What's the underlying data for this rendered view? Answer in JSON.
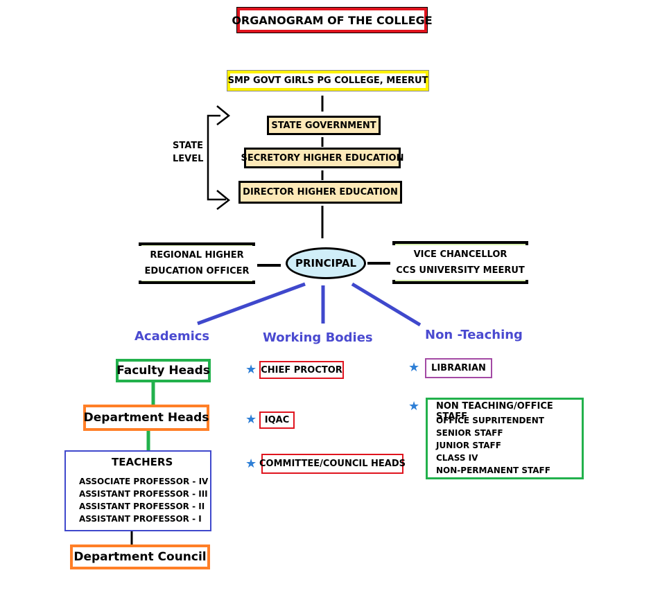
{
  "title": "ORGANOGRAM OF THE COLLEGE",
  "college": "SMP GOVT GIRLS PG COLLEGE, MEERUT",
  "state_level": {
    "label_line1": "STATE",
    "label_line2": "LEVEL",
    "state_government": "STATE GOVERNMENT",
    "secretary": "SECRETORY HIGHER EDUCATION",
    "director": "DIRECTOR HIGHER EDUCATION"
  },
  "principal": "PRINCIPAL",
  "regional_officer": {
    "line1": "REGIONAL HIGHER",
    "line2": "EDUCATION OFFICER"
  },
  "vice_chancellor": {
    "line1": "VICE CHANCELLOR",
    "line2": "CCS UNIVERSITY MEERUT"
  },
  "branches": {
    "academics": "Academics",
    "working_bodies": "Working Bodies",
    "non_teaching": "Non -Teaching"
  },
  "academics": {
    "faculty_heads": "Faculty Heads",
    "department_heads": "Department Heads",
    "teachers_title": "TEACHERS",
    "teachers": [
      "ASSOCIATE PROFESSOR - IV",
      "ASSISTANT PROFESSOR - III",
      "ASSISTANT PROFESSOR - II",
      "ASSISTANT PROFESSOR - I"
    ],
    "department_council": "Department Council"
  },
  "working_bodies": {
    "items": [
      "CHIEF PROCTOR",
      "IQAC",
      "COMMITTEE/COUNCIL HEADS"
    ]
  },
  "non_teaching": {
    "librarian": "LIBRARIAN",
    "staff_title": "NON TEACHING/OFFICE STAFF",
    "staff": [
      "OFFICE SUPRITENDENT",
      "SENIOR STAFF",
      "JUNIOR STAFF",
      "CLASS IV",
      "NON-PERMANENT STAFF"
    ]
  },
  "colors": {
    "red": "#e0141e",
    "yellow_fill": "#fff200",
    "cream_fill": "#fde9b8",
    "green": "#22b14c",
    "light_green": "#d9f0b0",
    "orange": "#ff7f27",
    "blue": "#3f48cc",
    "purple": "#a349a4",
    "ellipse_fill": "#d0eef8",
    "text_blue": "#4a4ad0"
  },
  "icons": [
    "star-icon",
    "bracket-arrow-icon"
  ]
}
